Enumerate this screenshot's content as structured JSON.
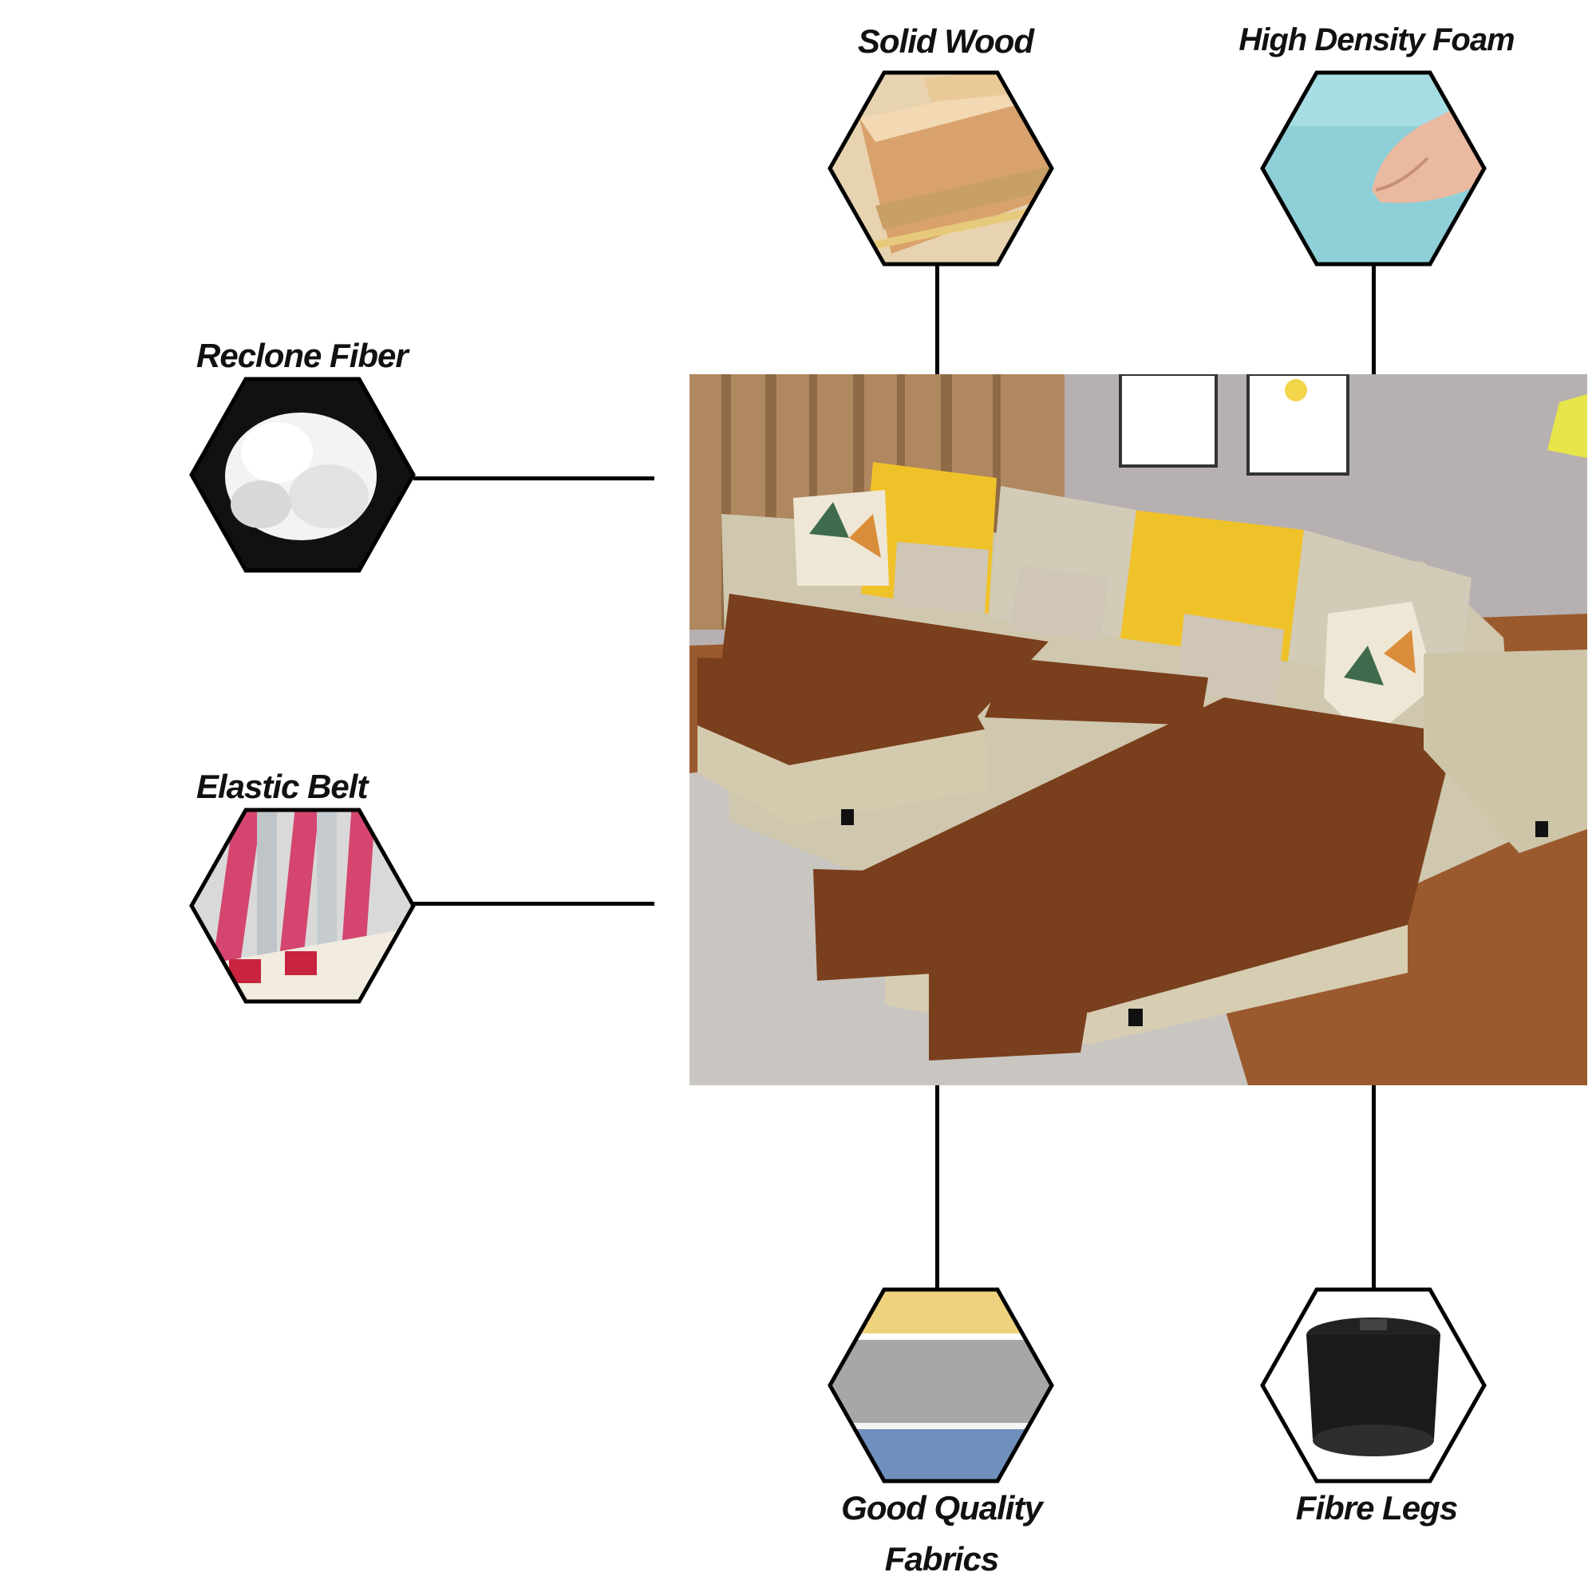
{
  "features": {
    "solid_wood": {
      "label": "Solid Wood",
      "icon": "solid-wood-icon"
    },
    "high_density_foam": {
      "label": "High Density Foam",
      "icon": "foam-icon"
    },
    "reclone_fiber": {
      "label": "Reclone Fiber",
      "icon": "fiber-icon"
    },
    "elastic_belt": {
      "label": "Elastic Belt",
      "icon": "elastic-belt-icon"
    },
    "good_quality_fabrics": {
      "label_line1": "Good Quality",
      "label_line2": "Fabrics",
      "icon": "fabric-icon"
    },
    "fibre_legs": {
      "label": "Fibre Legs",
      "icon": "fibre-leg-icon"
    }
  },
  "product_image": {
    "icon": "sofa-photo"
  },
  "colors": {
    "outline": "#000000",
    "text": "#111111",
    "sofa_seat": "#7a3f1c",
    "sofa_frame": "#cfc7ae",
    "cushion_yellow": "#f0c22a",
    "floor": "#9a5a2e"
  }
}
